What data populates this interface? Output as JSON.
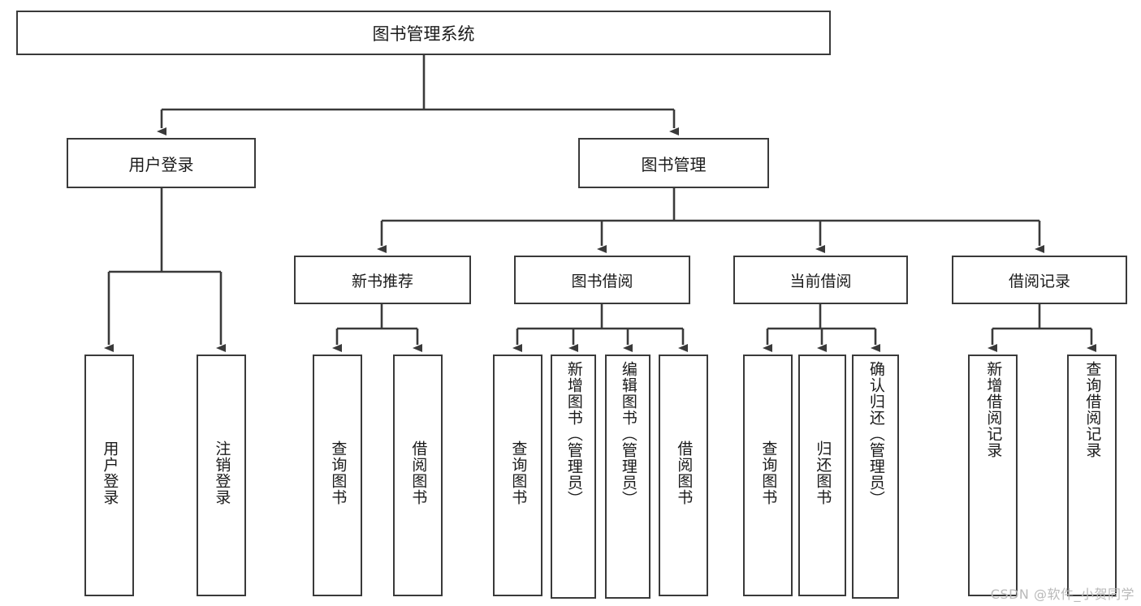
{
  "diagram": {
    "title": "图书管理系统",
    "root": {
      "id": "root",
      "label": "图书管理系统"
    },
    "level2": [
      {
        "id": "user-login",
        "label": "用户登录"
      },
      {
        "id": "book-management",
        "label": "图书管理"
      }
    ],
    "level3": [
      {
        "id": "new-book-recommend",
        "label": "新书推荐"
      },
      {
        "id": "book-borrow",
        "label": "图书借阅"
      },
      {
        "id": "current-borrow",
        "label": "当前借阅"
      },
      {
        "id": "borrow-record",
        "label": "借阅记录"
      }
    ],
    "leaves": [
      {
        "id": "leaf-user-login",
        "label": "用户登录",
        "parent": "user-login"
      },
      {
        "id": "leaf-user-logout",
        "label": "注销登录",
        "parent": "user-login"
      },
      {
        "id": "leaf-query-book-1",
        "label": "查询图书",
        "parent": "new-book-recommend"
      },
      {
        "id": "leaf-borrow-book-1",
        "label": "借阅图书",
        "parent": "new-book-recommend"
      },
      {
        "id": "leaf-query-book-2",
        "label": "查询图书",
        "parent": "book-borrow"
      },
      {
        "id": "leaf-add-book",
        "label": "新增图书（管理员）",
        "parent": "book-borrow"
      },
      {
        "id": "leaf-edit-book",
        "label": "编辑图书（管理员）",
        "parent": "book-borrow"
      },
      {
        "id": "leaf-borrow-book-2",
        "label": "借阅图书",
        "parent": "book-borrow"
      },
      {
        "id": "leaf-query-book-3",
        "label": "查询图书",
        "parent": "current-borrow"
      },
      {
        "id": "leaf-return-book",
        "label": "归还图书",
        "parent": "current-borrow"
      },
      {
        "id": "leaf-confirm-return",
        "label": "确认归还（管理员）",
        "parent": "current-borrow"
      },
      {
        "id": "leaf-add-record",
        "label": "新增借阅记录",
        "parent": "borrow-record"
      },
      {
        "id": "leaf-query-record",
        "label": "查询借阅记录",
        "parent": "borrow-record"
      }
    ],
    "watermark": "CSDN @软件_小贺同学",
    "colors": {
      "border": "#3a3a3a",
      "background": "#ffffff",
      "text": "#1a1a1a",
      "watermark": "#b9b9b9"
    }
  }
}
